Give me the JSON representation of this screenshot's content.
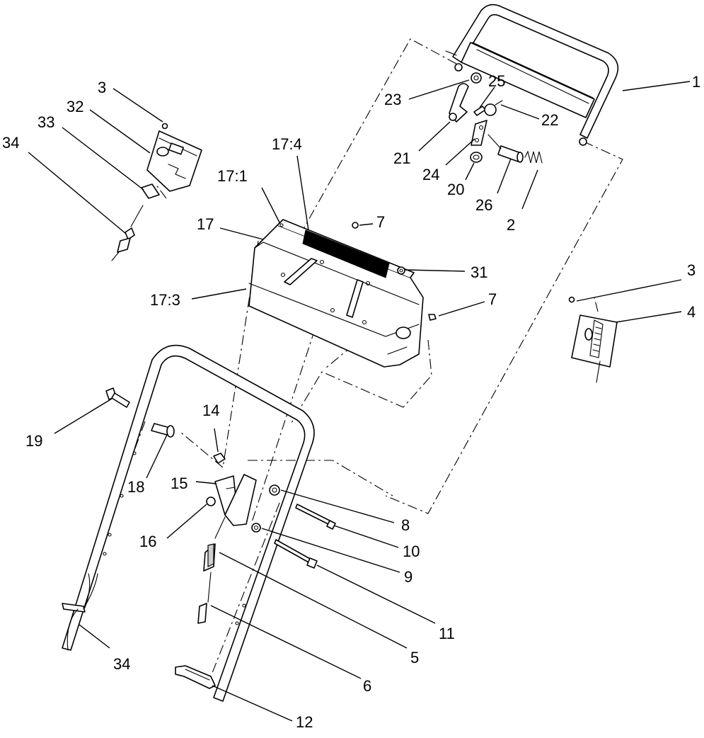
{
  "callouts": [
    {
      "id": "c-1",
      "text": "1"
    },
    {
      "id": "c-2",
      "text": "2"
    },
    {
      "id": "c-3a",
      "text": "3"
    },
    {
      "id": "c-3b",
      "text": "3"
    },
    {
      "id": "c-4",
      "text": "4"
    },
    {
      "id": "c-5",
      "text": "5"
    },
    {
      "id": "c-6",
      "text": "6"
    },
    {
      "id": "c-7a",
      "text": "7"
    },
    {
      "id": "c-7b",
      "text": "7"
    },
    {
      "id": "c-8",
      "text": "8"
    },
    {
      "id": "c-9",
      "text": "9"
    },
    {
      "id": "c-10",
      "text": "10"
    },
    {
      "id": "c-11",
      "text": "11"
    },
    {
      "id": "c-12",
      "text": "12"
    },
    {
      "id": "c-14",
      "text": "14"
    },
    {
      "id": "c-15",
      "text": "15"
    },
    {
      "id": "c-16",
      "text": "16"
    },
    {
      "id": "c-17",
      "text": "17"
    },
    {
      "id": "c-17-1",
      "text": "17:1"
    },
    {
      "id": "c-17-3",
      "text": "17:3"
    },
    {
      "id": "c-17-4",
      "text": "17:4"
    },
    {
      "id": "c-18",
      "text": "18"
    },
    {
      "id": "c-19",
      "text": "19"
    },
    {
      "id": "c-20",
      "text": "20"
    },
    {
      "id": "c-21",
      "text": "21"
    },
    {
      "id": "c-22",
      "text": "22"
    },
    {
      "id": "c-23",
      "text": "23"
    },
    {
      "id": "c-24",
      "text": "24"
    },
    {
      "id": "c-25",
      "text": "25"
    },
    {
      "id": "c-26",
      "text": "26"
    },
    {
      "id": "c-31",
      "text": "31"
    },
    {
      "id": "c-32",
      "text": "32"
    },
    {
      "id": "c-33",
      "text": "33"
    },
    {
      "id": "c-34a",
      "text": "34"
    },
    {
      "id": "c-34b",
      "text": "34"
    }
  ]
}
